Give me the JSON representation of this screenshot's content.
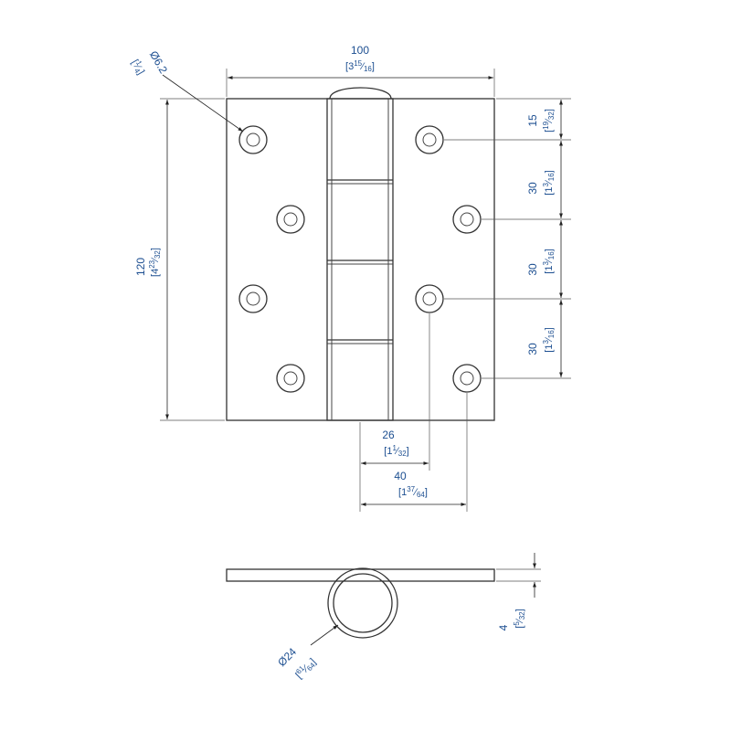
{
  "colors": {
    "dimension_text": "#1d4f91",
    "lines": "#333333",
    "background": "#ffffff"
  },
  "top_view": {
    "width": {
      "metric": "100",
      "imperial_whole": "3",
      "imperial_num": "15",
      "imperial_den": "16"
    },
    "height": {
      "metric": "120",
      "imperial_whole": "4",
      "imperial_num": "23",
      "imperial_den": "32"
    },
    "hole_diameter": {
      "metric": "Ø6.2",
      "imperial_num": "1",
      "imperial_den": "4"
    },
    "hole_offset_top": {
      "metric": "15",
      "imperial_num": "19",
      "imperial_den": "32"
    },
    "hole_spacing_1": {
      "metric": "30",
      "imperial_whole": "1",
      "imperial_num": "3",
      "imperial_den": "16"
    },
    "hole_spacing_2": {
      "metric": "30",
      "imperial_whole": "1",
      "imperial_num": "3",
      "imperial_den": "16"
    },
    "hole_spacing_3": {
      "metric": "30",
      "imperial_whole": "1",
      "imperial_num": "3",
      "imperial_den": "16"
    },
    "hole_inner_offset": {
      "metric": "26",
      "imperial_whole": "1",
      "imperial_num": "1",
      "imperial_den": "32"
    },
    "hole_outer_offset": {
      "metric": "40",
      "imperial_whole": "1",
      "imperial_num": "37",
      "imperial_den": "64"
    }
  },
  "side_view": {
    "knuckle_diameter": {
      "metric": "Ø24",
      "imperial_num": "61",
      "imperial_den": "64"
    },
    "leaf_thickness": {
      "metric": "4",
      "imperial_num": "5",
      "imperial_den": "32"
    }
  }
}
